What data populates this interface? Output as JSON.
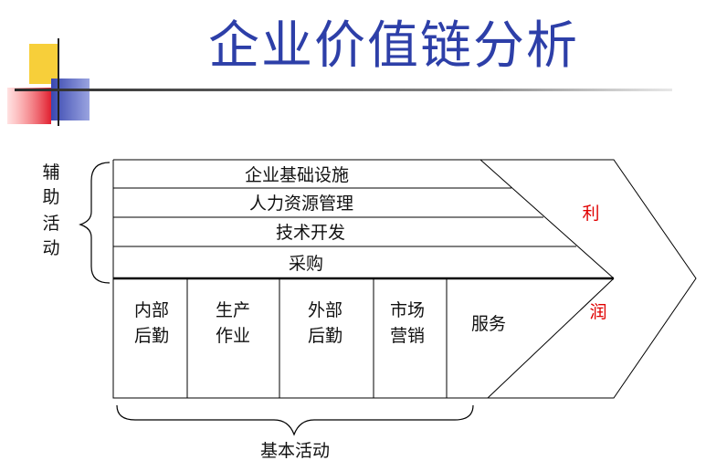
{
  "title": "企业价值链分析",
  "support": {
    "label": "辅助活动",
    "rows": [
      "企业基础设施",
      "人力资源管理",
      "技术开发",
      "采购"
    ]
  },
  "primary": {
    "label": "基本活动",
    "cells": [
      {
        "line1": "内部",
        "line2": "后勤"
      },
      {
        "line1": "生产",
        "line2": "作业"
      },
      {
        "line1": "外部",
        "line2": "后勤"
      },
      {
        "line1": "市场",
        "line2": "营销"
      },
      {
        "line1": "服务",
        "line2": ""
      }
    ]
  },
  "margin": {
    "chars": [
      "利",
      "润"
    ]
  },
  "colors": {
    "title": "#2d3fa8",
    "margin_text": "#e00000",
    "line": "#000000",
    "deco_yellow": "#f7cf3a",
    "deco_red": "#f04048",
    "deco_blue": "#3a48b0"
  }
}
